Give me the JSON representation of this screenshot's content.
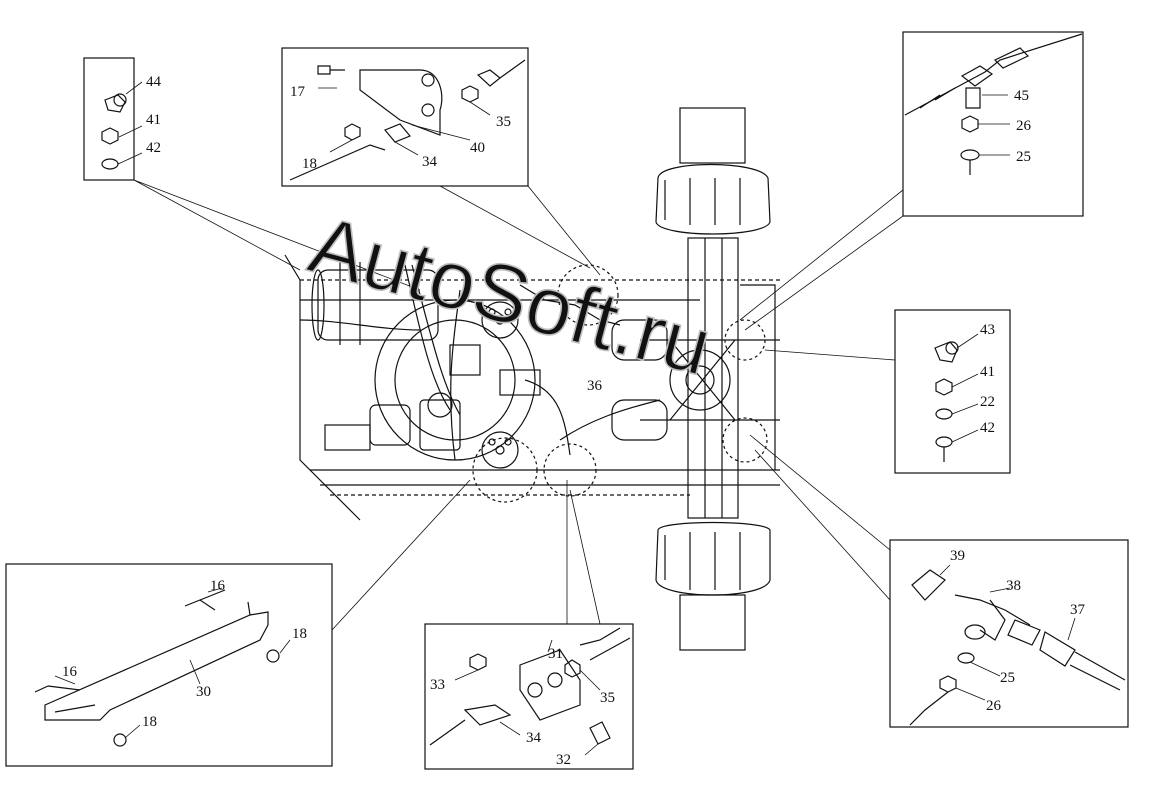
{
  "watermark": "AutoSoft.ru",
  "callouts": {
    "c44": "44",
    "c41a": "41",
    "c42a": "42",
    "c17": "17",
    "c18a": "18",
    "c35a": "35",
    "c40": "40",
    "c34a": "34",
    "c45": "45",
    "c26a": "26",
    "c25a": "25",
    "c43": "43",
    "c41b": "41",
    "c22": "22",
    "c42b": "42",
    "c36": "36",
    "c39": "39",
    "c38": "38",
    "c37": "37",
    "c25b": "25",
    "c26b": "26",
    "c16a": "16",
    "c16b": "16",
    "c18b": "18",
    "c18c": "18",
    "c30": "30",
    "c31": "31",
    "c33": "33",
    "c35b": "35",
    "c34b": "34",
    "c32": "32"
  },
  "colors": {
    "line": "#111111",
    "watermark": "#bdbdbd"
  }
}
